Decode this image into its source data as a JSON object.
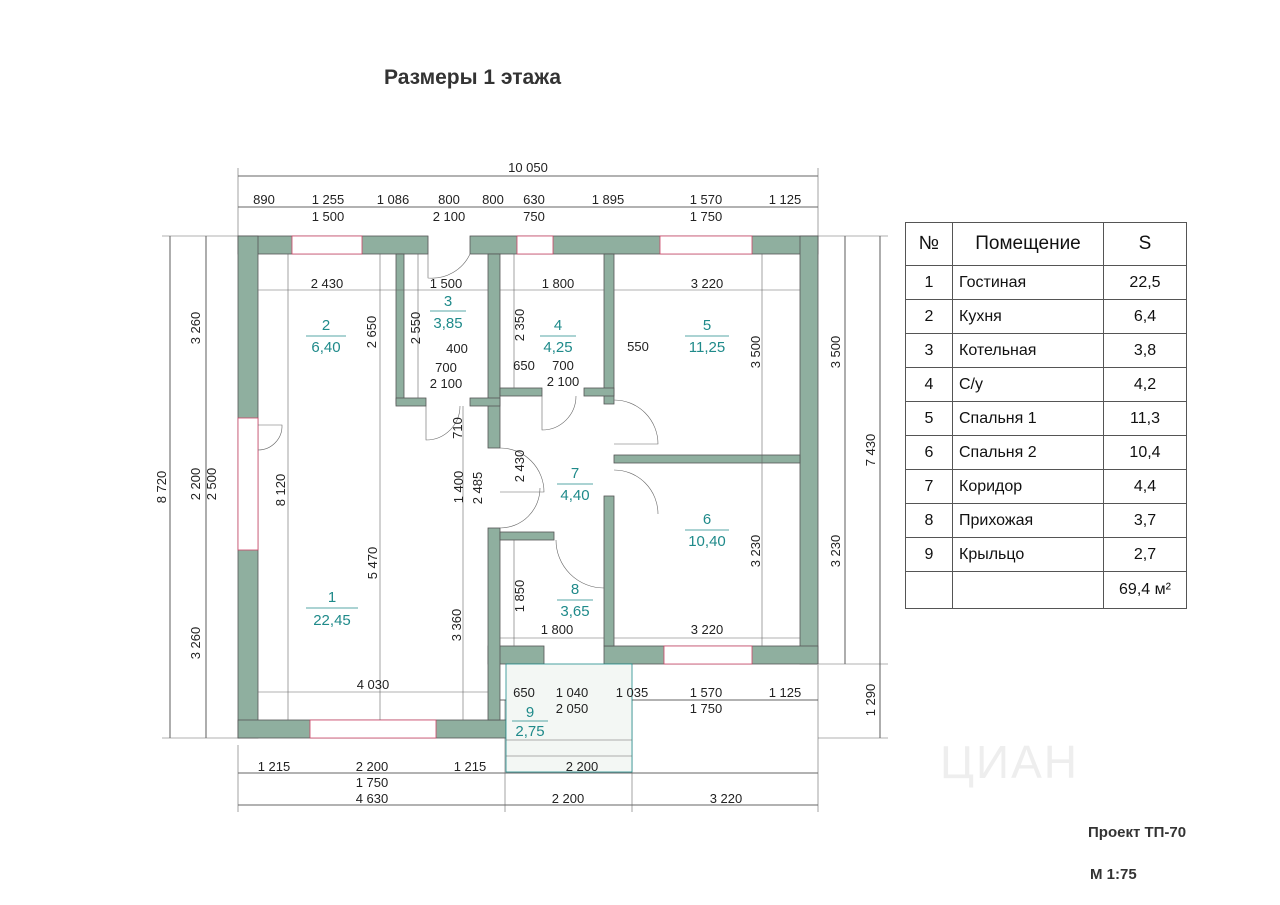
{
  "title": "Размеры 1 этажа",
  "project": "Проект ТП-70",
  "scale": "М 1:75",
  "watermark": "ЦИАН",
  "rooms_on_plan": [
    {
      "num": "1",
      "area": "22,45"
    },
    {
      "num": "2",
      "area": "6,40"
    },
    {
      "num": "3",
      "area": "3,85"
    },
    {
      "num": "4",
      "area": "4,25"
    },
    {
      "num": "5",
      "area": "11,25"
    },
    {
      "num": "6",
      "area": "10,40"
    },
    {
      "num": "7",
      "area": "4,40"
    },
    {
      "num": "8",
      "area": "3,65"
    },
    {
      "num": "9",
      "area": "2,75"
    }
  ],
  "dims": {
    "total_top": "10 050",
    "top_row1": [
      "890",
      "1 255",
      "1 086",
      "800",
      "800",
      "630",
      "1 895",
      "1 570",
      "1 125"
    ],
    "top_row2": [
      "1 500",
      "2 100",
      "750",
      "1 750"
    ],
    "interior": [
      "2 430",
      "1 500",
      "1 800",
      "3 220",
      "2 650",
      "2 550",
      "2 350",
      "3 500",
      "400",
      "700",
      "2 100",
      "650",
      "700",
      "550",
      "2 100",
      "710",
      "8 120",
      "5 470",
      "1 400",
      "2 485",
      "2 430",
      "3 360",
      "1 850",
      "3 230",
      "1 800",
      "3 220",
      "4 030"
    ],
    "left": [
      "3 260",
      "2 200",
      "2 500",
      "3 260",
      "8 720"
    ],
    "right": [
      "3 500",
      "7 430",
      "3 230",
      "1 290"
    ],
    "porch": [
      "650",
      "1 040",
      "1 035",
      "1 570",
      "1 125",
      "2 050",
      "1 750"
    ],
    "bottom_row1": [
      "1 215",
      "2 200",
      "1 215",
      "2 200"
    ],
    "bottom_row1b": [
      "1 750"
    ],
    "bottom_row2": [
      "4 630",
      "2 200",
      "3 220"
    ]
  },
  "table": {
    "headers": [
      "№",
      "Помещение",
      "S"
    ],
    "rows": [
      {
        "n": "1",
        "name": "Гостиная",
        "s": "22,5"
      },
      {
        "n": "2",
        "name": "Кухня",
        "s": "6,4"
      },
      {
        "n": "3",
        "name": "Котельная",
        "s": "3,8"
      },
      {
        "n": "4",
        "name": "С/у",
        "s": "4,2"
      },
      {
        "n": "5",
        "name": "Спальня 1",
        "s": "11,3"
      },
      {
        "n": "6",
        "name": "Спальня 2",
        "s": "10,4"
      },
      {
        "n": "7",
        "name": "Коридор",
        "s": "4,4"
      },
      {
        "n": "8",
        "name": "Прихожая",
        "s": "3,7"
      },
      {
        "n": "9",
        "name": "Крыльцо",
        "s": "2,7"
      }
    ],
    "total": "69,4 м²"
  },
  "colors": {
    "wall": "#8faf9f",
    "room_label": "#1f8a8a",
    "window": "#cc4466"
  }
}
